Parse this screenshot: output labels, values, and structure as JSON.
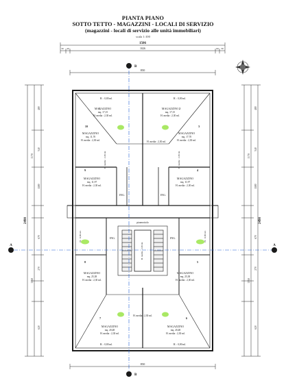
{
  "title": {
    "line1": "PIANTA PIANO",
    "line2": "SOTTO TETTO - MAGAZZINI - LOCALI DI SERVIZIO",
    "line3": "(magazzini - locali di servizio alle unità immobiliari)",
    "scale": "scala 1:100"
  },
  "dims": {
    "top_total": "1506",
    "mid_total": "850",
    "left_total": "2490",
    "right_total": "2490",
    "top_parts": [
      "30",
      "40",
      "1026",
      "60",
      "30"
    ],
    "bottom_total": "850",
    "left_parts": [
      "480",
      "540",
      "1180",
      "670",
      "270",
      "620"
    ],
    "right_parts": [
      "480",
      "540",
      "1180",
      "670",
      "270",
      "620"
    ],
    "inner_left": [
      "1170",
      "1350"
    ],
    "inner_right": [
      "1170",
      "1350"
    ]
  },
  "sections": {
    "a": "A",
    "b": "B"
  },
  "rooms": [
    {
      "num": "1",
      "name": "MAGAZZINO",
      "area": "mq. 17,15",
      "height": "H. media : 2,30 ml."
    },
    {
      "num": "2",
      "name": "MAGAZZINO",
      "area": "mq. 17,15",
      "height": "H. media : 2,30 ml."
    },
    {
      "num": "10",
      "name": "MAGAZZINO",
      "area": "mq. 11,70",
      "height": "H. media : 2,30 ml."
    },
    {
      "num": "3",
      "name": "MAGAZZINO",
      "area": "mq. 17,70",
      "height": "H. media : 2,30 ml."
    },
    {
      "num": "9",
      "name": "MAGAZZINO",
      "area": "mq. 11,97",
      "height": "H. media : 2,30 ml."
    },
    {
      "num": "4",
      "name": "MAGAZZINO",
      "area": "mq. 11,97",
      "height": "H. media : 2,30 ml."
    },
    {
      "num": "8",
      "name": "MAGAZZINO",
      "area": "mq. 25,38",
      "height": "H. media : 2,30 ml."
    },
    {
      "num": "5",
      "name": "MAGAZZINO",
      "area": "mq. 25,38",
      "height": "H. media : 2,30 ml."
    },
    {
      "num": "7",
      "name": "MAGAZZINO",
      "area": "mq. 20,48",
      "height": "H. media : 2,30 ml."
    },
    {
      "num": "6",
      "name": "MAGAZZINO",
      "area": "mq. 20,48",
      "height": "H. media : 2,30 ml."
    }
  ],
  "labels": {
    "h_top_left": "H. : 0,80 ml.",
    "h_top_right": "H. : 0,80 ml.",
    "h_bottom_left": "H. : 0,80 ml.",
    "h_bottom_right": "H. : 0,80 ml.",
    "h_center_top": "H. media : 2,30 ml.",
    "h_center_bottom": "H. media : 2,30 ml.",
    "h_side_left": "H. : 0,80 ml.",
    "h_side_right": "H. : 0,80 ml.",
    "h_vert_left": "H. media : 2,30 ml.",
    "h_vert_right": "H. media : 2,30 ml.",
    "ing": "ING.",
    "stair": "H. media : 2,30 ml.",
    "pianerottolo": "pianerottolo"
  },
  "colors": {
    "line": "#1a1a1a",
    "axis": "#1f5fd6",
    "accent_green": "#9be54a"
  }
}
